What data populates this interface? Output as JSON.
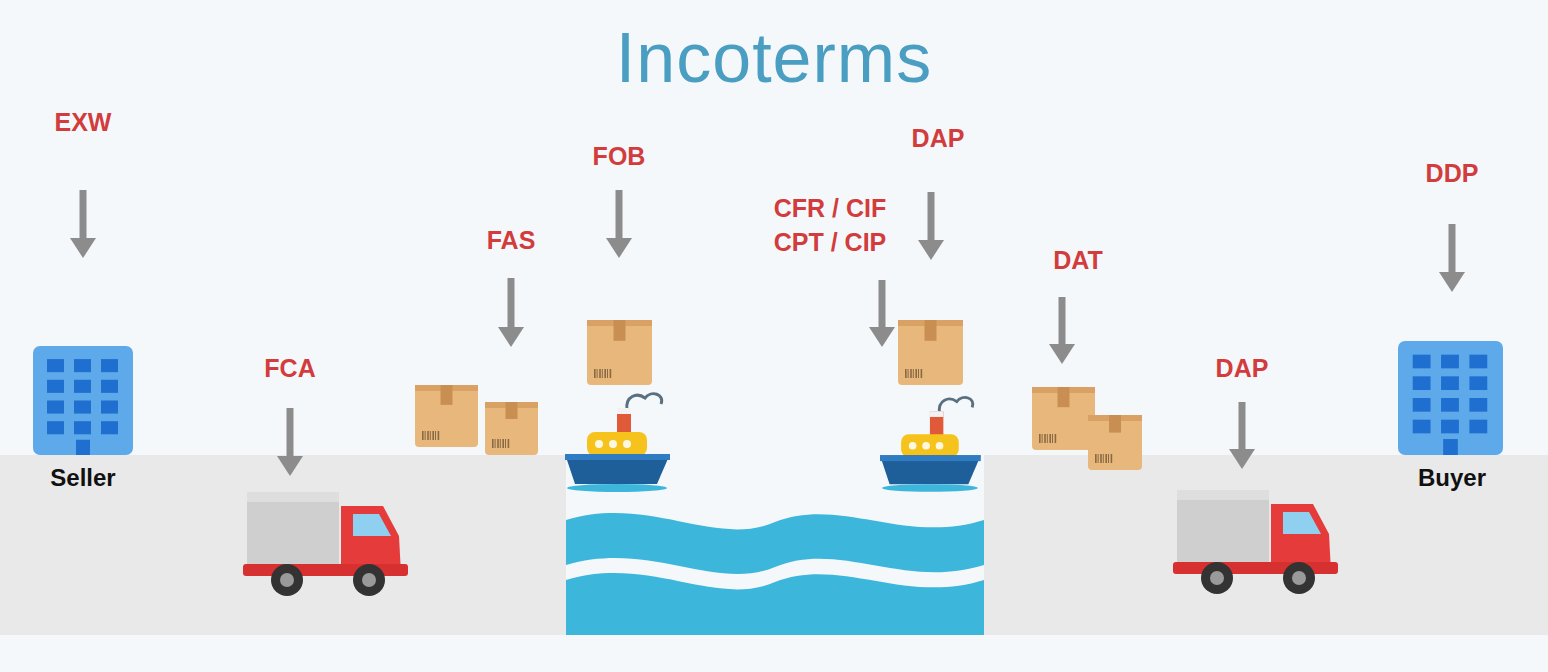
{
  "diagram": {
    "title": "Incoterms",
    "nodes": [
      {
        "text": [
          "Seller"
        ]
      },
      {
        "text": [
          "Buyer"
        ]
      }
    ],
    "labels": [
      "EXW",
      "FCA",
      "FAS",
      "FOB",
      "CFR / CIF",
      "CPT / CIP",
      "DAP",
      "DAT",
      "DAP",
      "DDP"
    ]
  }
}
